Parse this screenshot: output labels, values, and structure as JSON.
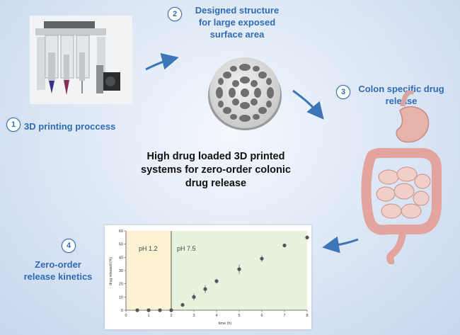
{
  "steps": [
    {
      "number": "1",
      "label_lines": [
        "3D printing proccess"
      ]
    },
    {
      "number": "2",
      "label_lines": [
        "Designed structure",
        "for large exposed",
        "surface area"
      ]
    },
    {
      "number": "3",
      "label_lines": [
        "Colon specific drug",
        "release"
      ]
    },
    {
      "number": "4",
      "label_lines": [
        "Zero-order",
        "release kinetics"
      ]
    }
  ],
  "center_title_lines": [
    "High drug loaded 3D printed",
    "systems for zero-order colonic",
    "drug release"
  ],
  "colors": {
    "accent": "#2f6cb3",
    "arrow": "#3c76b8",
    "ph_acid_region": "#fdf1d4",
    "ph_neutral_region": "#e8f3df"
  },
  "chart_data": {
    "type": "scatter",
    "xlabel": "time (h)",
    "ylabel": "drug released (%)",
    "xlim": [
      0,
      8
    ],
    "ylim": [
      0,
      60
    ],
    "x_ticks": [
      0,
      1,
      2,
      3,
      4,
      5,
      6,
      7,
      8
    ],
    "y_ticks": [
      0,
      10,
      20,
      30,
      40,
      50,
      60
    ],
    "regions": [
      {
        "label": "pH 1.2",
        "x_start": 0,
        "x_end": 2
      },
      {
        "label": "pH 7.5",
        "x_start": 2,
        "x_end": 8
      }
    ],
    "series": [
      {
        "x": [
          0.5,
          1,
          1.5,
          2,
          2.5,
          3,
          3.5,
          4,
          5,
          6,
          7,
          8
        ],
        "y": [
          0,
          0,
          0,
          0,
          4,
          10,
          16,
          22,
          31,
          39,
          49,
          55
        ],
        "error": [
          0,
          0,
          0,
          0,
          1,
          2.5,
          3,
          2,
          3.5,
          2.5,
          1.5,
          1.5
        ]
      }
    ]
  }
}
